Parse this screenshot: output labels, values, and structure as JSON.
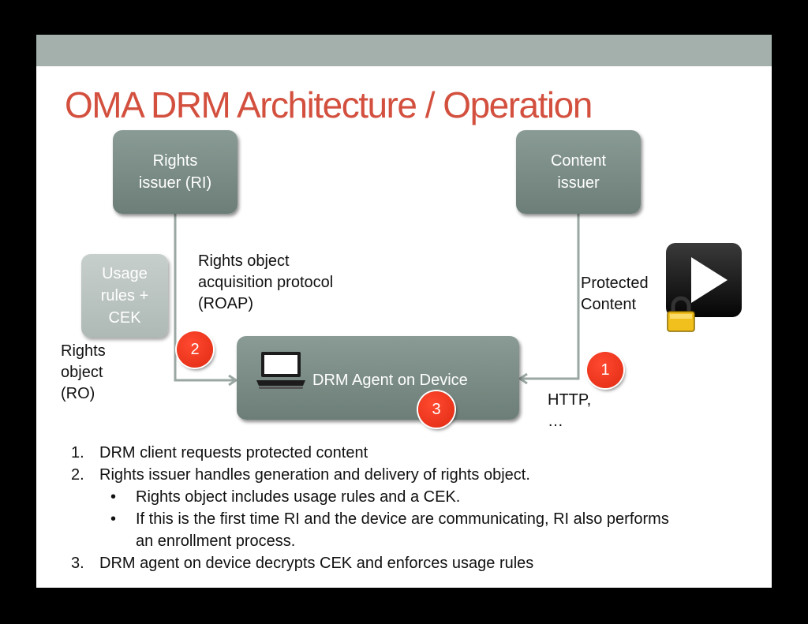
{
  "title": "OMA DRM Architecture / Operation",
  "boxes": {
    "rights_issuer": [
      "Rights",
      "issuer (RI)"
    ],
    "content_issuer": [
      "Content",
      "issuer"
    ],
    "usage_rules": [
      "Usage",
      "rules +",
      "CEK"
    ],
    "drm_agent": "DRM Agent on Device"
  },
  "labels": {
    "roap": [
      "Rights object",
      "acquisition protocol",
      "(ROAP)"
    ],
    "rights_object": [
      "Rights",
      "object",
      "(RO)"
    ],
    "protected_content": [
      "Protected",
      "Content"
    ],
    "http": [
      "HTTP,",
      "…"
    ]
  },
  "badges": [
    "1",
    "2",
    "3"
  ],
  "steps": [
    {
      "num": "1.",
      "text": "DRM client requests protected content"
    },
    {
      "num": "2.",
      "text": "Rights issuer handles generation and delivery of rights object."
    },
    {
      "bullet": "•",
      "text": "Rights object includes usage rules and a CEK."
    },
    {
      "bullet": "•",
      "text": "If this is the first time RI and the device are communicating, RI also performs an enrollment process."
    },
    {
      "num": "3.",
      "text": "DRM agent on device decrypts CEK and enforces usage rules"
    }
  ],
  "icons": [
    "laptop-icon",
    "play-icon",
    "padlock-icon"
  ],
  "colors": {
    "title": "#d3503f",
    "badge": "#e8321a",
    "box": "#7a8c85",
    "topbar": "#a3b0ab"
  }
}
